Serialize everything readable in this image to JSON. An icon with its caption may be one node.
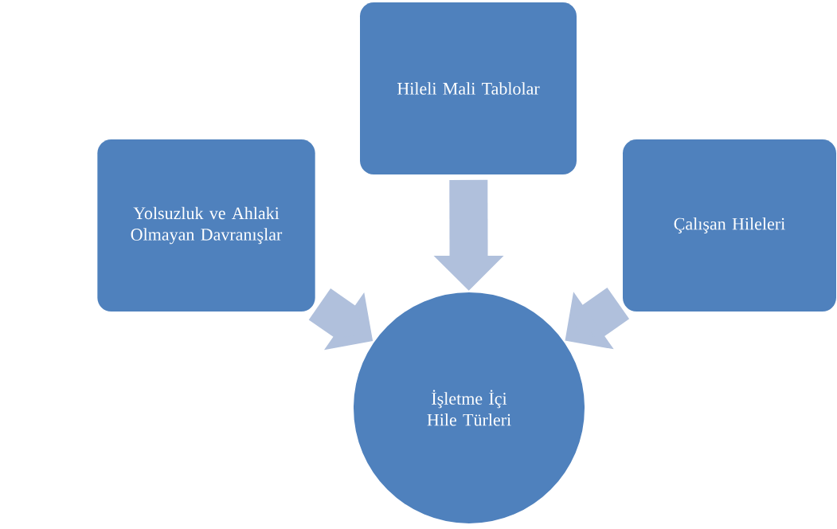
{
  "diagram": {
    "nodes": [
      {
        "text": [
          "Yolsuzluk ve Ahlaki Olmayan Davranışlar"
        ]
      },
      {
        "text": [
          "Hileli Mali Tablolar"
        ]
      },
      {
        "text": [
          "Çalışan Hileleri"
        ]
      },
      {
        "text": [
          "İşletme İçi Hile Türleri"
        ]
      }
    ],
    "edges": [
      {
        "from": 0,
        "to": 3,
        "arrow": "to"
      },
      {
        "from": 1,
        "to": 3,
        "arrow": "to"
      },
      {
        "from": 2,
        "to": 3,
        "arrow": "to"
      }
    ]
  }
}
